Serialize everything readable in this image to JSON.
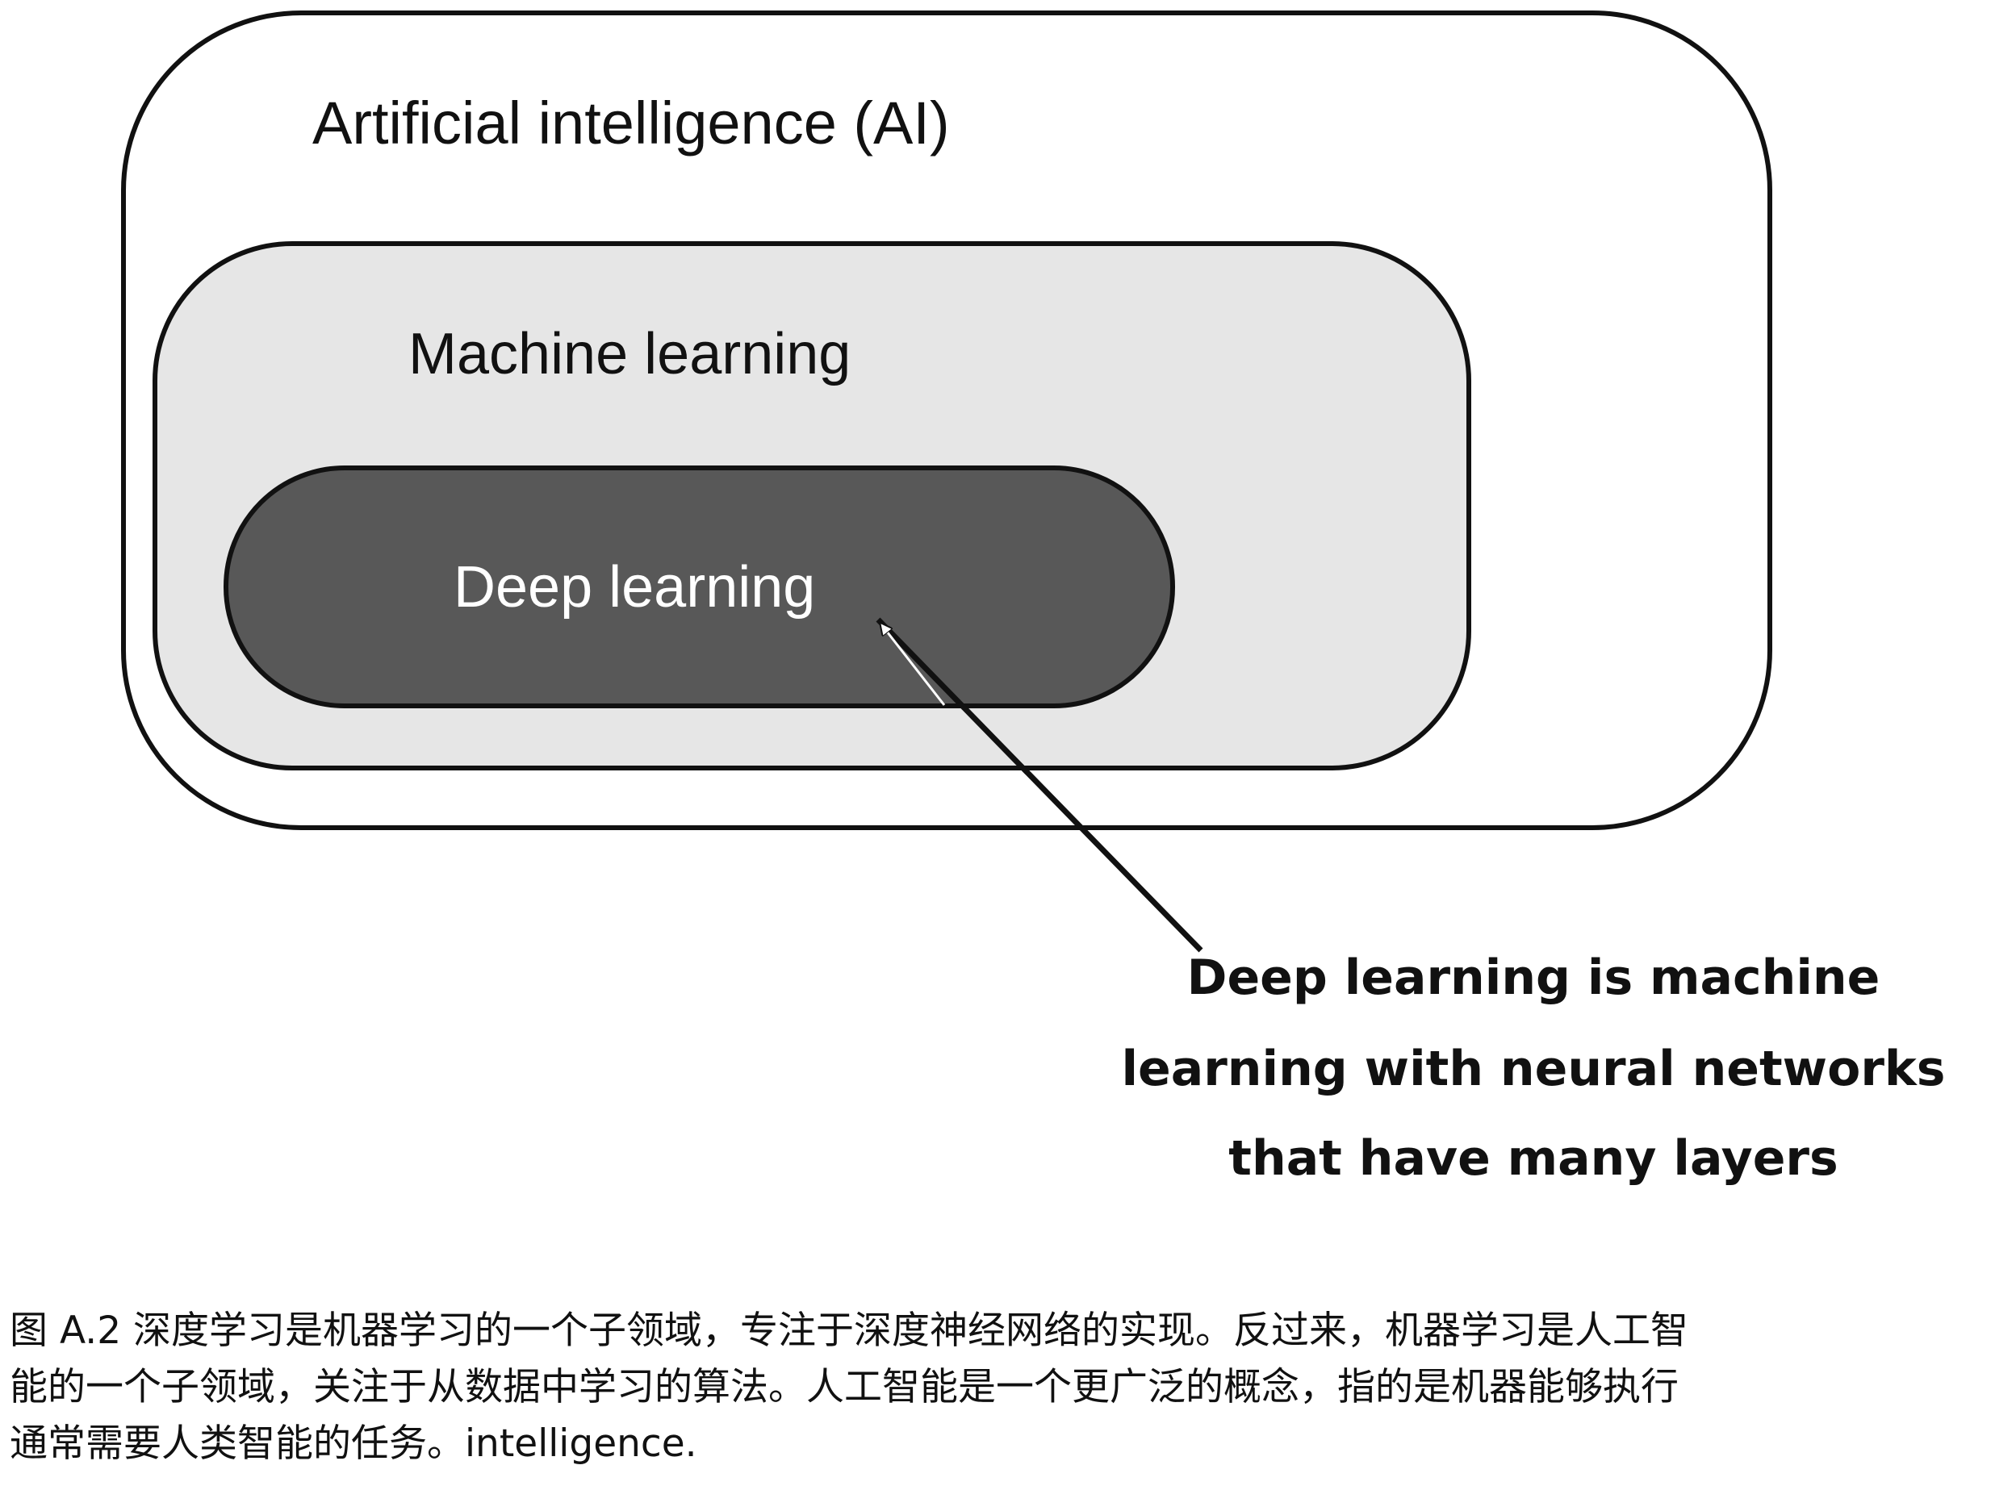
{
  "diagram": {
    "labels": {
      "artificial_intelligence": "Artificial intelligence (AI)",
      "machine_learning": "Machine learning",
      "deep_learning": "Deep learning"
    },
    "annotation": {
      "lines": [
        "Deep learning is machine",
        "learning with neural networks",
        "that have many layers"
      ]
    },
    "colors": {
      "outer_fill": "#ffffff",
      "middle_fill": "#e6e6e6",
      "inner_fill": "#585858",
      "stroke": "#111111",
      "inner_text": "#ffffff"
    }
  },
  "caption": {
    "lines": [
      "图 A.2 深度学习是机器学习的一个子领域，专注于深度神经网络的实现。反过来，机器学习是人工智",
      "能的一个子领域，关注于从数据中学习的算法。人工智能是一个更广泛的概念，指的是机器能够执行",
      "通常需要人类智能的任务。intelligence."
    ]
  }
}
